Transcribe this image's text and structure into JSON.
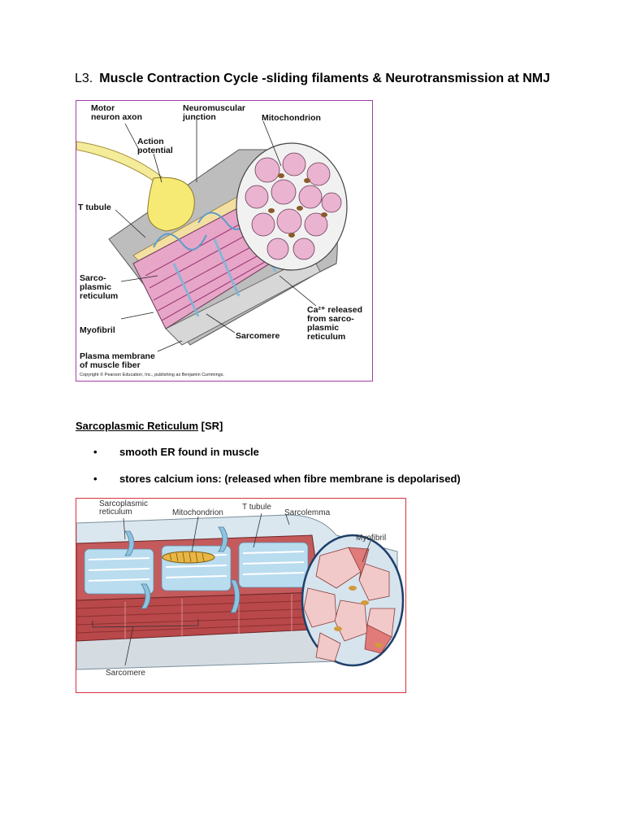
{
  "heading": {
    "number": "L3.",
    "text": "Muscle Contraction Cycle  -sliding filaments   &  Neurotransmission at NMJ"
  },
  "figure1": {
    "labels": {
      "motor_neuron_axon": "Motor\nneuron axon",
      "neuromuscular_junction": "Neuromuscular\njunction",
      "mitochondrion": "Mitochondrion",
      "action_potential": "Action\npotential",
      "t_tubule": "T tubule",
      "sarcoplasmic_reticulum": "Sarco-\nplasmic\nreticulum",
      "myofibril": "Myofibril",
      "ca_released": "Ca²⁺ released\nfrom sarco-\nplasmic\nreticulum",
      "sarcomere": "Sarcomere",
      "plasma_membrane": "Plasma membrane\nof muscle fiber"
    },
    "copyright": "Copyright © Pearson Education, Inc., publishing as Benjamin Cummings."
  },
  "section": {
    "title": "Sarcoplasmic Reticulum",
    "suffix": " [SR]",
    "bullets": [
      "smooth ER found in muscle",
      "stores calcium ions: (released when fibre membrane is depolarised)"
    ],
    "bullet_glyph": "•"
  },
  "figure2": {
    "labels": {
      "sarcoplasmic_reticulum": "Sarcoplasmic\nreticulum",
      "mitochondrion": "Mitochondrion",
      "t_tubule": "T tubule",
      "sarcolemma": "Sarcolemma",
      "myofibril": "Myofibril",
      "sarcomere": "Sarcomere"
    }
  },
  "colors": {
    "figure1_border": "#a23ea8",
    "figure2_border": "#d8333e",
    "myofibril_pink": "#e7a6c8",
    "muscle_red": "#b8484a",
    "sr_blue": "#b9dcef",
    "axon_yellow": "#f5ec9a"
  }
}
